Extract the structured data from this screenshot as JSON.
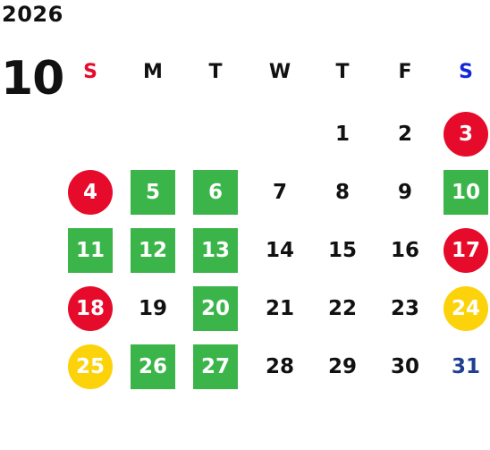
{
  "calendar": {
    "year": "2026",
    "month": "10",
    "weekdays": [
      {
        "label": "S",
        "color": "#e60b2a"
      },
      {
        "label": "M",
        "color": "#111111"
      },
      {
        "label": "T",
        "color": "#111111"
      },
      {
        "label": "W",
        "color": "#111111"
      },
      {
        "label": "T",
        "color": "#111111"
      },
      {
        "label": "F",
        "color": "#111111"
      },
      {
        "label": "S",
        "color": "#1428d8"
      }
    ],
    "weeks": [
      [
        null,
        null,
        null,
        null,
        {
          "day": "1",
          "style": "plain"
        },
        {
          "day": "2",
          "style": "plain"
        },
        {
          "day": "3",
          "style": "red"
        }
      ],
      [
        {
          "day": "4",
          "style": "red"
        },
        {
          "day": "5",
          "style": "green"
        },
        {
          "day": "6",
          "style": "green"
        },
        {
          "day": "7",
          "style": "plain"
        },
        {
          "day": "8",
          "style": "plain"
        },
        {
          "day": "9",
          "style": "plain"
        },
        {
          "day": "10",
          "style": "green"
        }
      ],
      [
        {
          "day": "11",
          "style": "green"
        },
        {
          "day": "12",
          "style": "green"
        },
        {
          "day": "13",
          "style": "green"
        },
        {
          "day": "14",
          "style": "plain"
        },
        {
          "day": "15",
          "style": "plain"
        },
        {
          "day": "16",
          "style": "plain"
        },
        {
          "day": "17",
          "style": "red"
        }
      ],
      [
        {
          "day": "18",
          "style": "red"
        },
        {
          "day": "19",
          "style": "plain"
        },
        {
          "day": "20",
          "style": "green"
        },
        {
          "day": "21",
          "style": "plain"
        },
        {
          "day": "22",
          "style": "plain"
        },
        {
          "day": "23",
          "style": "plain"
        },
        {
          "day": "24",
          "style": "yellow"
        }
      ],
      [
        {
          "day": "25",
          "style": "yellow"
        },
        {
          "day": "26",
          "style": "green"
        },
        {
          "day": "27",
          "style": "green"
        },
        {
          "day": "28",
          "style": "plain"
        },
        {
          "day": "29",
          "style": "plain"
        },
        {
          "day": "30",
          "style": "plain"
        },
        {
          "day": "31",
          "style": "blue"
        }
      ]
    ],
    "colors": {
      "green": "#3bb54a",
      "red": "#e60b2a",
      "yellow": "#fcd20b",
      "blue_text": "#1f3f93"
    }
  }
}
